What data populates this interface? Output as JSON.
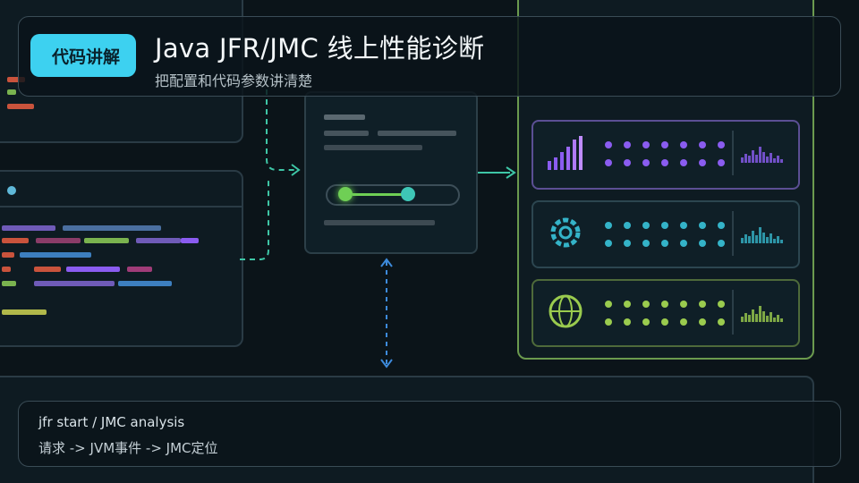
{
  "header": {
    "badge_label": "代码讲解",
    "title": "Java JFR/JMC 线上性能诊断",
    "subtitle": "把配置和代码参数讲清楚"
  },
  "caption": {
    "line1": "jfr start / JMC analysis",
    "line2": "请求 -> JVM事件 -> JMC定位"
  },
  "colors": {
    "badge": "#3dd1f0",
    "accent_green": "#6b9a4e",
    "accent_teal": "#34b3b3",
    "accent_purple": "#8a5cf0",
    "accent_blue": "#3d8bdc"
  }
}
